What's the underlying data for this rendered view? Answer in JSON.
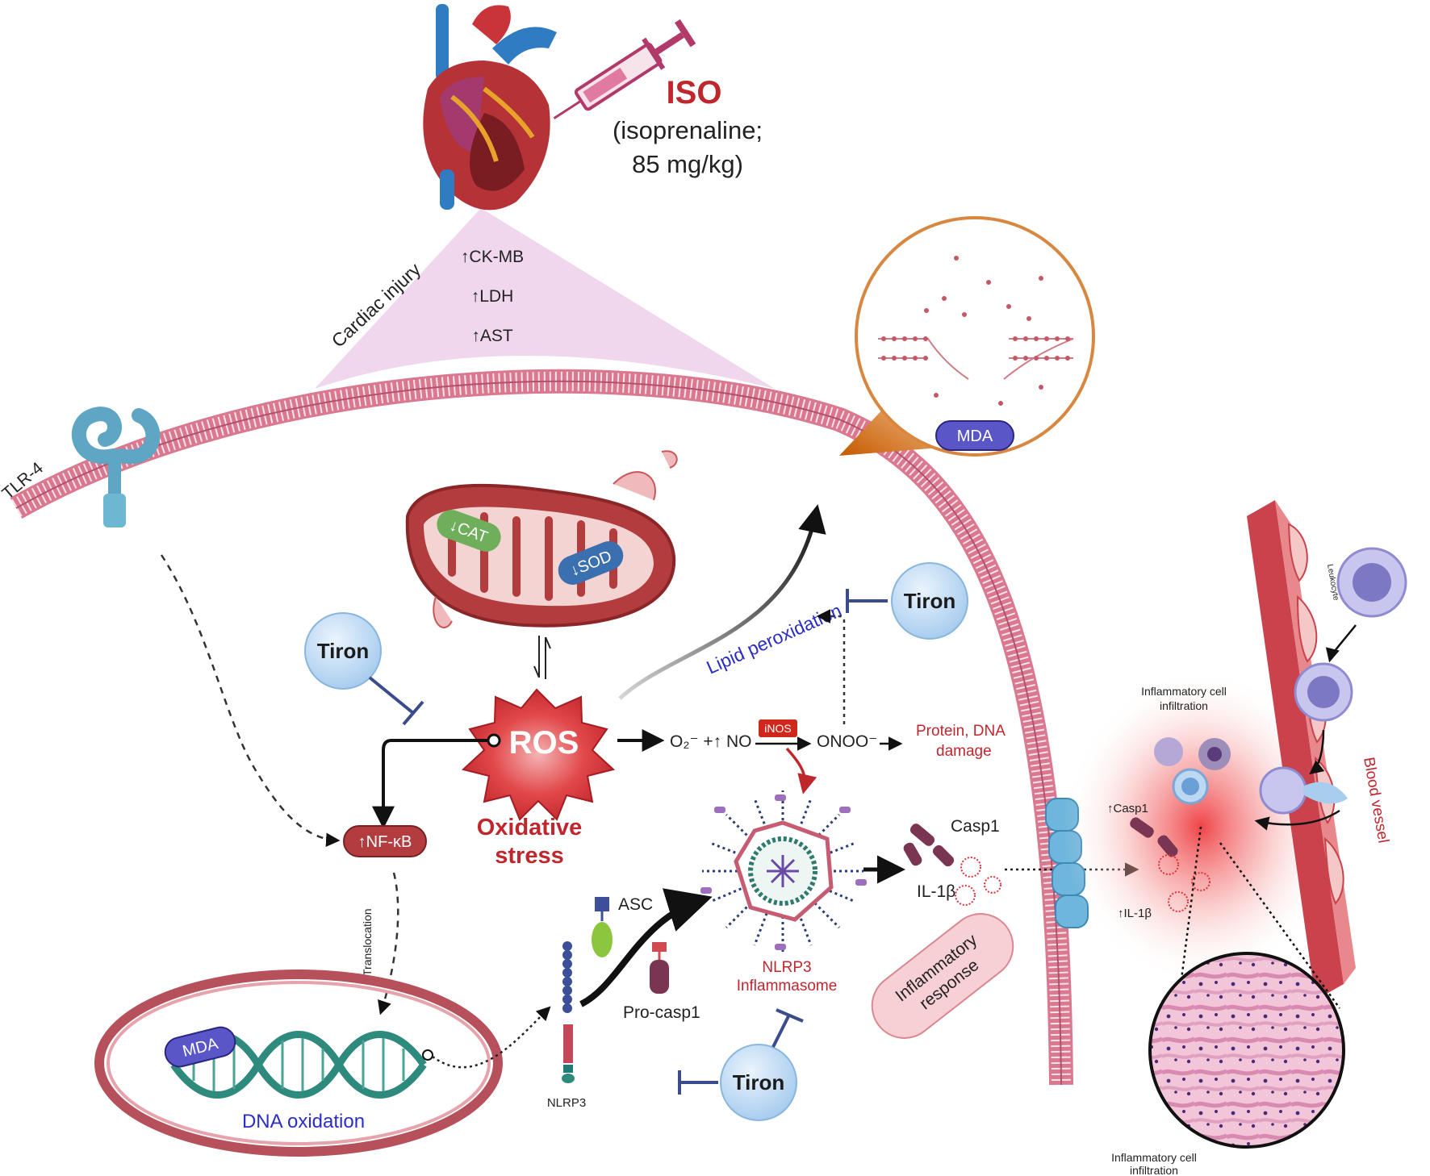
{
  "iso": {
    "title": "ISO",
    "line1": "(isoprenaline;",
    "line2": "85 mg/kg)"
  },
  "cardiac": {
    "label": "Cardiac injury",
    "markers": [
      "↑CK-MB",
      "↑LDH",
      "↑AST"
    ]
  },
  "tlr4": "TLR-4",
  "mda_membrane": "MDA",
  "mitochondria": {
    "cat": "↓CAT",
    "sod": "↓SOD"
  },
  "tiron": "Tiron",
  "ros": {
    "label": "ROS",
    "line1": "Oxidative",
    "line2": "stress"
  },
  "chem": {
    "o2": "O₂⁻ +↑ NO",
    "inos": "iNOS",
    "onoo": "ONOO⁻",
    "damage1": "Protein, DNA",
    "damage2": "damage"
  },
  "lipid": "Lipid peroxidation",
  "nfkb": "↑NF-κB",
  "translocation": "Translocation",
  "dna": {
    "mda": "MDA",
    "label": "DNA oxidation"
  },
  "nlrp3": {
    "receptor": "NLRP3",
    "asc": "ASC",
    "procasp": "Pro-casp1",
    "line1": "NLRP3",
    "line2": "Inflammasome"
  },
  "cytokines": {
    "casp1": "Casp1",
    "il1b": "IL-1β"
  },
  "inflammatory_response": {
    "line1": "Inflammatory",
    "line2": "response"
  },
  "tissue": {
    "infiltration_top_1": "Inflammatory cell",
    "infiltration_top_2": "infiltration",
    "casp1_up": "↑Casp1",
    "il1b_up": "↑IL-1β",
    "leukocyte": "Leukocyte",
    "blood_vessel": "Blood vessel",
    "infiltration_bottom_1": "Inflammatory cell",
    "infiltration_bottom_2": "infiltration"
  },
  "colors": {
    "accent_red": "#c0272d",
    "membrane": "#d9788f",
    "tiron_fill": "#b9d7f2",
    "inhibit": "#3b4c8c",
    "lipid_text": "#2a2ec4"
  }
}
